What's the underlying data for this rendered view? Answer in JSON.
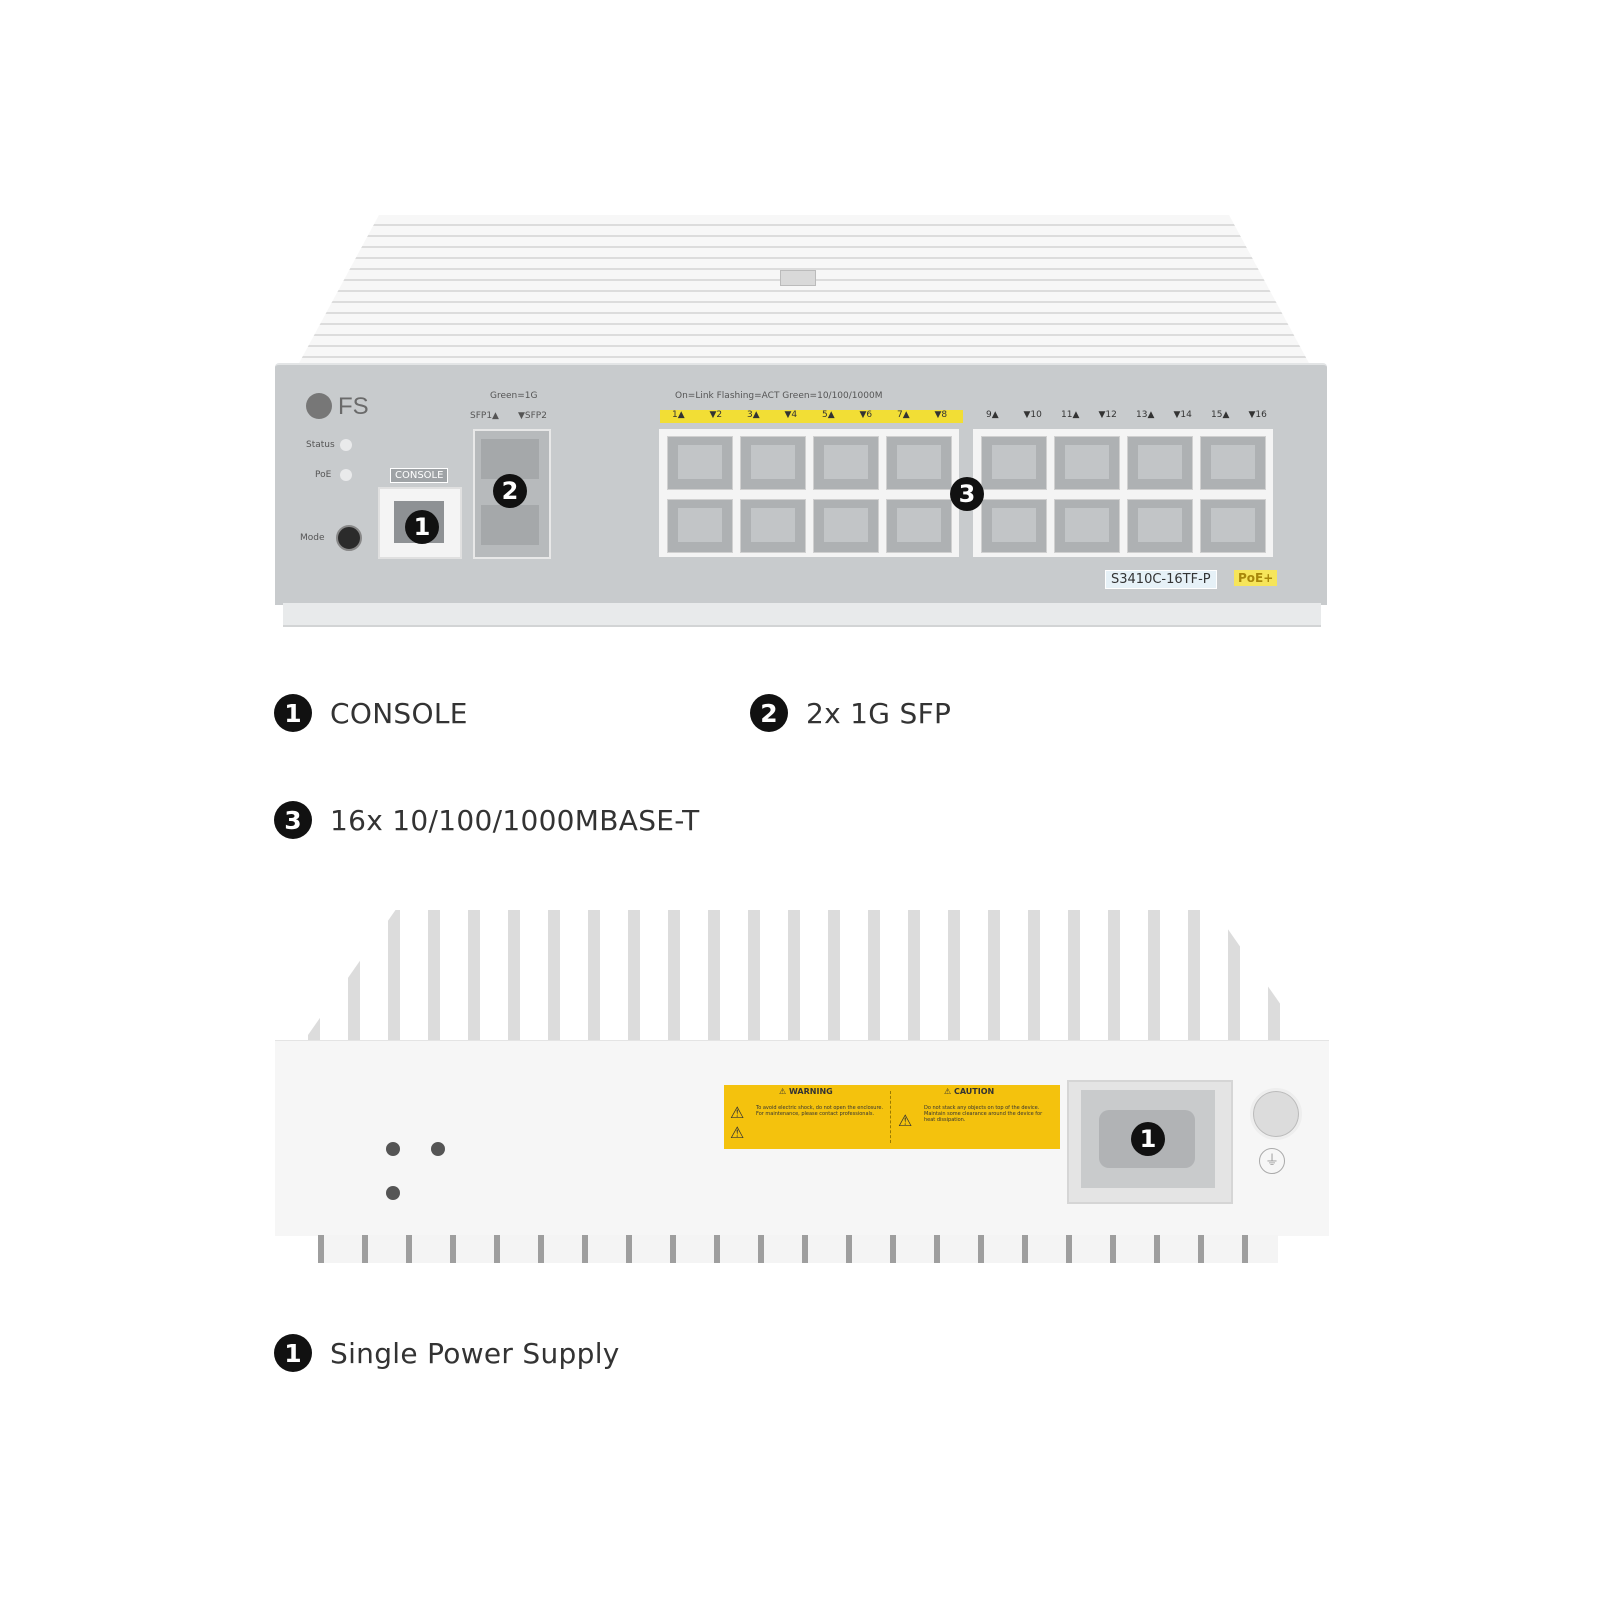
{
  "front_panel": {
    "brand": "FS",
    "status_label": "Status",
    "poe_label": "PoE",
    "mode_label": "Mode",
    "console_label": "CONSOLE",
    "sfp_legend": "Green=1G",
    "sfp1_label": "SFP1▲",
    "sfp2_label": "▼SFP2",
    "port_legend": "On=Link  Flashing=ACT  Green=10/100/1000M",
    "port_labels_poe": [
      "1▲",
      "▼2",
      "3▲",
      "▼4",
      "5▲",
      "▼6",
      "7▲",
      "▼8"
    ],
    "port_labels": [
      "9▲",
      "▼10",
      "11▲",
      "▼12",
      "13▲",
      "▼14",
      "15▲",
      "▼16"
    ],
    "model": "S3410C-16TF-P",
    "poe_badge": "PoE+",
    "callouts": [
      "1",
      "2",
      "3"
    ]
  },
  "legend": {
    "item1": {
      "num": "1",
      "text": "CONSOLE"
    },
    "item2": {
      "num": "2",
      "text": "2x 1G SFP"
    },
    "item3": {
      "num": "3",
      "text": "16x 10/100/1000MBASE-T"
    }
  },
  "back_panel": {
    "warning_title": "⚠ WARNING",
    "caution_title": "⚠ CAUTION",
    "warning_text": "To avoid electric shock, do not open the enclosure. For maintenance, please contact professionals.",
    "caution_text": "Do not stack any objects on top of the device. Maintain some clearance around the device for heat dissipation.",
    "callout": "1",
    "colors": {
      "label_yellow": "#f4c20d",
      "chassis": "#f2f2f2",
      "panel": "#c9cbcc"
    }
  },
  "legend_back": {
    "item1": {
      "num": "1",
      "text": "Single Power Supply"
    }
  }
}
